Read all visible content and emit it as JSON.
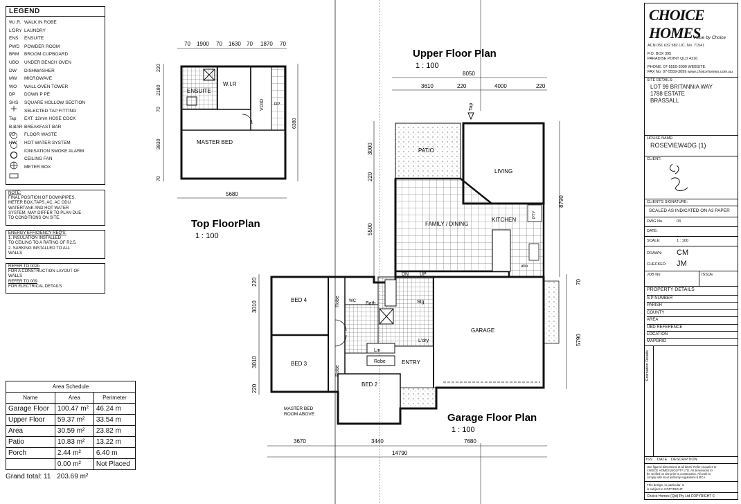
{
  "legend": {
    "title": "LEGEND",
    "items": [
      {
        "abbr": "W.I.R.",
        "text": "WALK IN ROBE"
      },
      {
        "abbr": "L'DRY",
        "text": "LAUNDRY"
      },
      {
        "abbr": "ENS",
        "text": "ENSUITE"
      },
      {
        "abbr": "PWD",
        "text": "POWDER ROOM"
      },
      {
        "abbr": "BRM",
        "text": "BROOM CUPBOARD"
      },
      {
        "abbr": "UBO",
        "text": "UNDER BENCH OVEN"
      },
      {
        "abbr": "DW",
        "text": "DISHWASHER"
      },
      {
        "abbr": "MW",
        "text": "MICROWAVE"
      },
      {
        "abbr": "WO",
        "text": "WALL OVEN TOWER"
      },
      {
        "abbr": "DP",
        "text": "DOWN P PE"
      },
      {
        "abbr": "SHS",
        "text": "SQUARE HOLLOW SECTION"
      },
      {
        "abbr": "",
        "text": "SELECTED TAP FITTING"
      },
      {
        "abbr": "Tap",
        "text": "EXT. 12mm HOSE COCK"
      },
      {
        "abbr": "B.BAR",
        "text": "BREAKFAST BAR"
      },
      {
        "abbr": "FD",
        "text": "FLOOR WASTE"
      },
      {
        "abbr": "HW",
        "text": "HOT WATER SYSTEM"
      },
      {
        "abbr": "",
        "text": "IONISATION SMOKE ALARM"
      },
      {
        "abbr": "",
        "text": "CEILING FAN"
      },
      {
        "abbr": "",
        "text": "METER BOX"
      }
    ]
  },
  "note1": {
    "heading": "NOTE:",
    "lines": [
      "FINAL POSITION OF DOWNPIPES,",
      "METER BOX,TAPS, AC, AC ODU,",
      "WATERTANK AND HOT WATER",
      "SYSTEM, MAY DIFFER TO PLAN DUE",
      "TO CONDITIONS ON SITE."
    ]
  },
  "energy": {
    "heading": "ENERGY EFFICIENCY REQ'S:",
    "lines": [
      "1. INSULATION INSTALLED",
      "TO CEILING TO A RATING OF R2.5.",
      "2. SARKING INSTALLED TO ALL",
      "WALLS"
    ]
  },
  "refer": {
    "lines": [
      "REFER TO 002b",
      "FOR A CONSTRUCTION LAYOUT OF",
      "WALLS",
      "REFER TO 009",
      "FOR ELECTRICAL DETAILS"
    ]
  },
  "area_schedule": {
    "title": "Area Schedule",
    "headers": [
      "Name",
      "Area",
      "Perimeter"
    ],
    "rows": [
      [
        "Garage Floor",
        "100.47 m²",
        "46.24 m"
      ],
      [
        "Upper Floor",
        "59.37 m²",
        "33.54 m"
      ],
      [
        "Area",
        "30.59 m²",
        "23.82 m"
      ],
      [
        "Patio",
        "10.83 m²",
        "13.22 m"
      ],
      [
        "Porch",
        "2.44 m²",
        "6.40 m"
      ],
      [
        "",
        "0.00 m²",
        "Not Placed"
      ]
    ],
    "total_label": "Grand total: 11",
    "total_value": "203.69 m²"
  },
  "plans": {
    "top": {
      "title": "Top FloorPlan",
      "scale": "1 : 100"
    },
    "upper": {
      "title": "Upper Floor Plan",
      "scale": "1 : 100"
    },
    "garage": {
      "title": "Garage Floor Plan",
      "scale": "1 : 100"
    }
  },
  "top_dims": {
    "top": [
      "70",
      "1900",
      "70",
      "1630",
      "70",
      "1870",
      "70"
    ],
    "left": [
      "220",
      "2180",
      "70",
      "3830",
      "70"
    ],
    "right": "6380",
    "bottom": "5680"
  },
  "top_rooms": {
    "ensuite": "ENSUITE",
    "wir": "W.I.R",
    "void": "VOID",
    "master": "MASTER BED",
    "dp": "DP"
  },
  "upper_dims": {
    "total": "8050",
    "parts": [
      "3610",
      "220",
      "4000",
      "220"
    ],
    "left": [
      "3000",
      "220",
      "5500"
    ],
    "right": "8790",
    "tap": "Tap"
  },
  "upper_rooms": {
    "patio": "PATIO",
    "living": "LIVING",
    "family": "FAMILY / DINING",
    "kitchen": "KITCHEN",
    "pty": "PTY",
    "dn": "DN",
    "up": "UP",
    "ubo": "ubo"
  },
  "garage_rooms": {
    "bed4": "BED 4",
    "bed3": "BED 3",
    "bed2": "BED 2",
    "robe1": "Robe",
    "robe2": "Robe",
    "robe3": "Robe",
    "bath": "Bath",
    "wc": "WC",
    "lin": "Lin",
    "garage": "GARAGE",
    "entry": "ENTRY",
    "stg": "Stg",
    "ldry": "L'dry",
    "master_note": [
      "MASTER BED",
      "ROOM ABOVE"
    ]
  },
  "garage_dims": {
    "left": [
      "220",
      "3010",
      "3010",
      "220"
    ],
    "right": [
      "70",
      "5790"
    ],
    "bottom": [
      "3670",
      "3440",
      "7680"
    ],
    "total": "14790"
  },
  "titleblock": {
    "brand": "CHOICE HOMES",
    "tagline": "Value by Choice",
    "acn": "ACN 051 632 582 LIC. No. 71541",
    "address": [
      "P.O. BOX 395",
      "PARADISE POINT QLD 4216"
    ],
    "phone": "PHONE: 07-5559-3000 WEBSITE:",
    "fax": "FAX No: 07-5559-3099 www.choicehomes.com.au",
    "site_label": "SITE DETAILS:",
    "site": [
      "LOT 99 BRITANNIA WAY",
      "1788 ESTATE",
      "BRASSALL"
    ],
    "house_label": "HOUSE NAME:",
    "house": "ROSEVIEW4DG (1)",
    "client_label": "CLIENT:",
    "client_sig_label": "CLIENT'S SIGNATURE:",
    "scaled": "SCALED AS INDICATED ON A3 PAPER",
    "dwg_label": "DWG No.",
    "dwg": "03",
    "date_label": "DATE:",
    "scale_label": "SCALE:",
    "scale": "1 : 100",
    "drawn_label": "DRAWN:",
    "drawn": "CM",
    "checked_label": "CHECKED:",
    "checked": "JM",
    "job_label": "JOB No:",
    "issue_label": "ISSUE",
    "property_label": "PROPERTY DETAILS",
    "property": [
      "S.P NUMBER",
      "PARISH",
      "COUNTY",
      "AREA",
      "UBD REFERENCE",
      "LOCATION",
      "MAPGRID"
    ],
    "estimation": "Estimation Details",
    "rev_cols": [
      "ISS",
      "DATE",
      "DESCRIPTION"
    ],
    "fine": [
      "Use figured dimensions at all times. Refer enquiries to",
      "CHOICE HOMES (NO) PTY LTD. All dimensions to",
      "be verified on site prior to construction. All work to",
      "comply with local authority regulations & BCA."
    ],
    "copy1": "This design, in particular, is",
    "copy2": "is subject to COPYRIGHT",
    "copyright": "Choice Homes (Qld) Pty Ltd COPYRIGHT ©"
  },
  "colors": {
    "line": "#111111",
    "paper": "#ffffff"
  }
}
